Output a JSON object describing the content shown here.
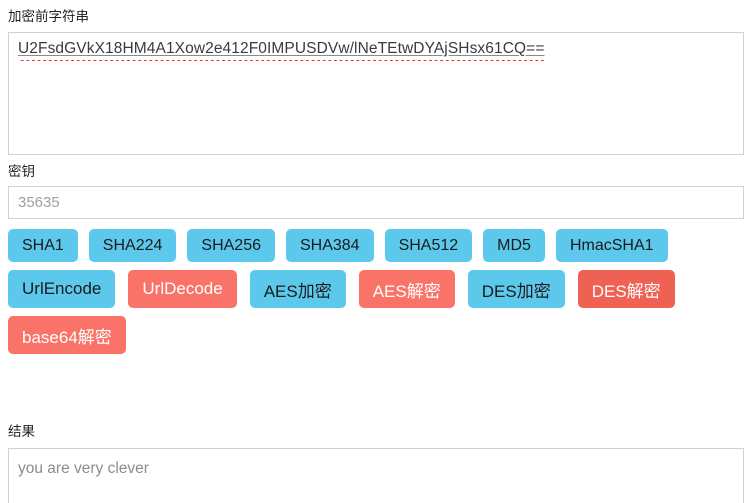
{
  "source": {
    "label": "加密前字符串",
    "value": "U2FsdGVkX18HM4A1Xow2e412F0IMPUSDVw/lNeTEtwDYAjSHsx61CQ=="
  },
  "key": {
    "label": "密钥",
    "value": "35635"
  },
  "buttons": {
    "row1": [
      {
        "label": "SHA1",
        "style": "blue"
      },
      {
        "label": "SHA224",
        "style": "blue"
      },
      {
        "label": "SHA256",
        "style": "blue"
      },
      {
        "label": "SHA384",
        "style": "blue"
      },
      {
        "label": "SHA512",
        "style": "blue"
      },
      {
        "label": "MD5",
        "style": "blue"
      },
      {
        "label": "HmacSHA1",
        "style": "blue"
      }
    ],
    "row2": [
      {
        "label": "UrlEncode",
        "style": "blue"
      },
      {
        "label": "UrlDecode",
        "style": "red"
      },
      {
        "label": "AES加密",
        "style": "blue"
      },
      {
        "label": "AES解密",
        "style": "red"
      },
      {
        "label": "DES加密",
        "style": "blue"
      },
      {
        "label": "DES解密",
        "style": "red2"
      }
    ],
    "row3": [
      {
        "label": "base64解密",
        "style": "red"
      }
    ]
  },
  "result": {
    "label": "结果",
    "value": "you are very clever"
  },
  "colors": {
    "blue": "#5bc8ec",
    "red": "#fa7368",
    "red_dark": "#ef6253",
    "border": "#d2d2d2",
    "placeholder": "#a0a0a0",
    "spellcheck_underline": "#ee2b2b"
  }
}
